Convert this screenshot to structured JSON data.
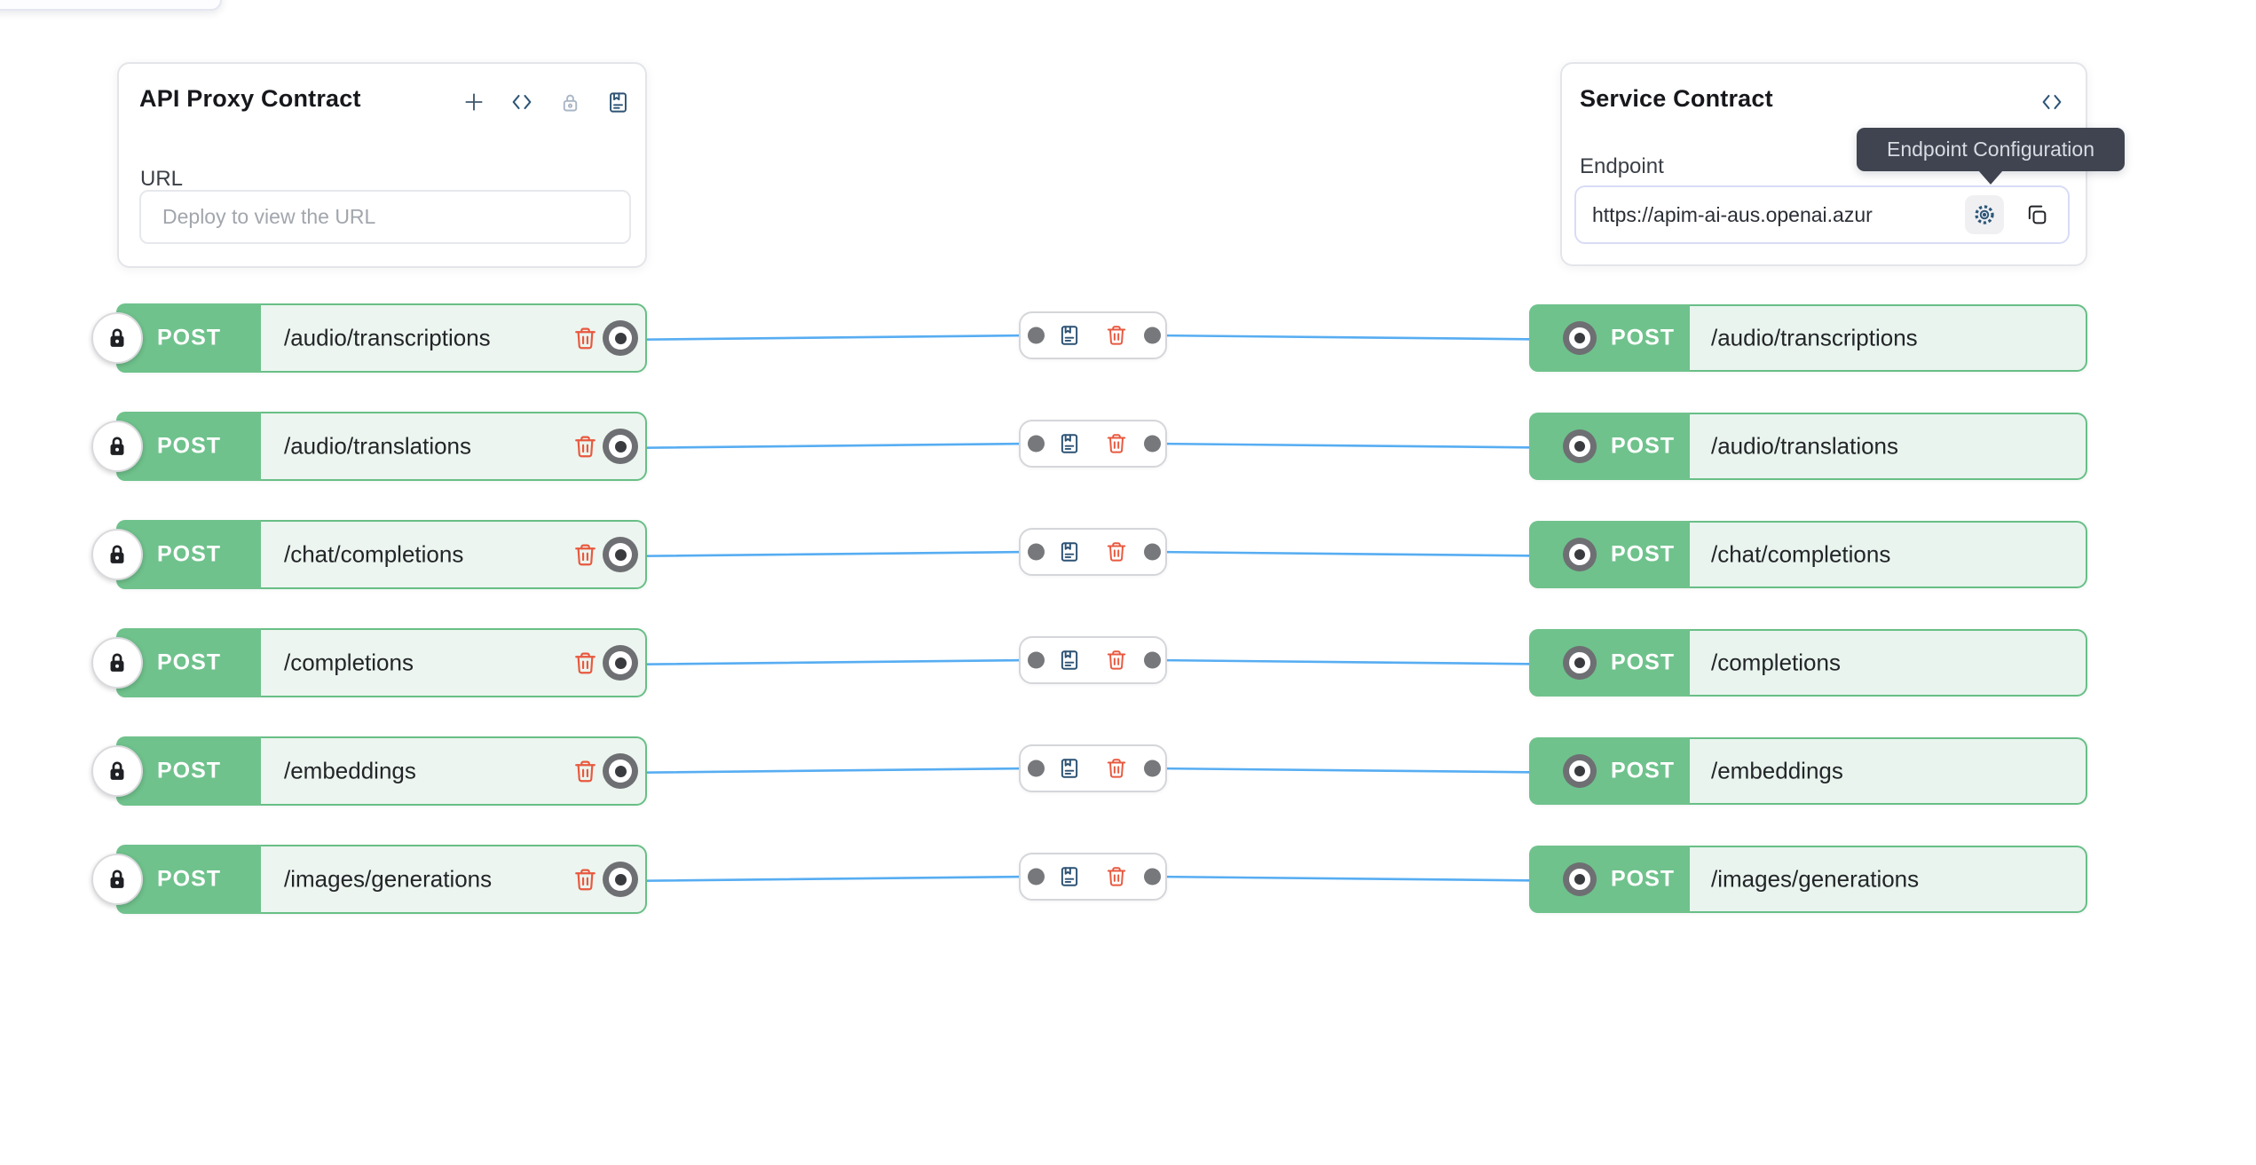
{
  "proxy_panel": {
    "title": "API Proxy Contract",
    "url_label": "URL",
    "url_placeholder": "Deploy to view the URL"
  },
  "service_panel": {
    "title": "Service Contract",
    "endpoint_label": "Endpoint",
    "endpoint_value": "https://apim-ai-aus.openai.azur",
    "tooltip": "Endpoint Configuration"
  },
  "routes": [
    {
      "method": "POST",
      "proxy_path": "/audio/transcriptions",
      "service_path": "/audio/transcriptions"
    },
    {
      "method": "POST",
      "proxy_path": "/audio/translations",
      "service_path": "/audio/translations"
    },
    {
      "method": "POST",
      "proxy_path": "/chat/completions",
      "service_path": "/chat/completions"
    },
    {
      "method": "POST",
      "proxy_path": "/completions",
      "service_path": "/completions"
    },
    {
      "method": "POST",
      "proxy_path": "/embeddings",
      "service_path": "/embeddings"
    },
    {
      "method": "POST",
      "proxy_path": "/images/generations",
      "service_path": "/images/generations"
    }
  ],
  "colors": {
    "method_green": "#6fc28c",
    "card_border_green": "#68bf86",
    "card_body_green": "#ecf5ef",
    "wire_blue": "#57adf2",
    "danger_red": "#e8593f",
    "tooltip_bg": "#3f4450",
    "icon_slate": "#2d5476",
    "handle_gray": "#77787b"
  }
}
